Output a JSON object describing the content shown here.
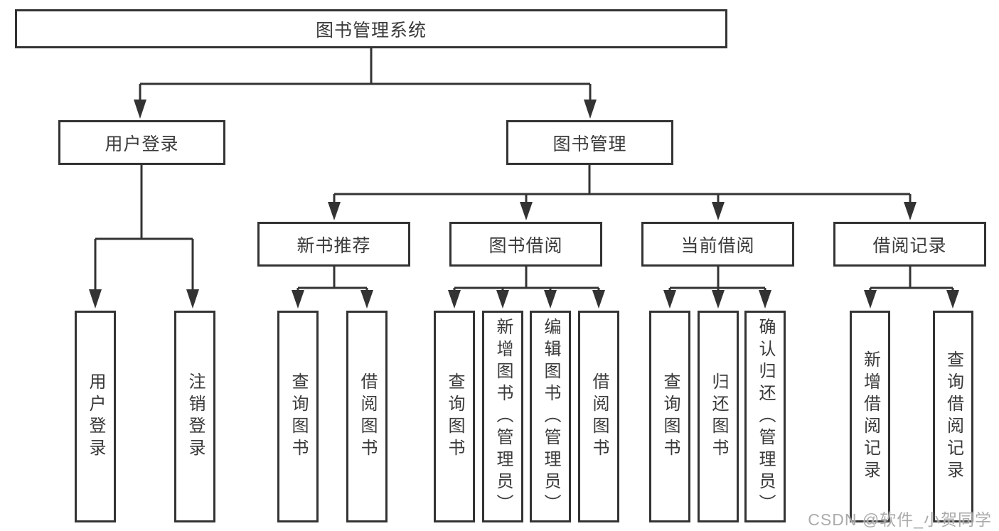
{
  "diagram": {
    "type": "hierarchy-flowchart",
    "tree": {
      "label": "图书管理系统",
      "children": [
        {
          "label": "用户登录",
          "children": [
            {
              "label": "用户登录"
            },
            {
              "label": "注销登录"
            }
          ]
        },
        {
          "label": "图书管理",
          "children": [
            {
              "label": "新书推荐",
              "children": [
                {
                  "label": "查询图书"
                },
                {
                  "label": "借阅图书"
                }
              ]
            },
            {
              "label": "图书借阅",
              "children": [
                {
                  "label": "查询图书"
                },
                {
                  "label": "新增图书（管理员）"
                },
                {
                  "label": "编辑图书（管理员）"
                },
                {
                  "label": "借阅图书"
                }
              ]
            },
            {
              "label": "当前借阅",
              "children": [
                {
                  "label": "查询图书"
                },
                {
                  "label": "归还图书"
                },
                {
                  "label": "确认归还（管理员）"
                }
              ]
            },
            {
              "label": "借阅记录",
              "children": [
                {
                  "label": "新增借阅记录"
                },
                {
                  "label": "查询借阅记录"
                }
              ]
            }
          ]
        }
      ]
    },
    "colors": {
      "line": "#333333",
      "box_border": "#333333",
      "text": "#3a3a3a",
      "background": "#ffffff",
      "watermark": "#a6a6a6"
    }
  },
  "watermark": {
    "text": "CSDN @软件_小贺同学"
  }
}
